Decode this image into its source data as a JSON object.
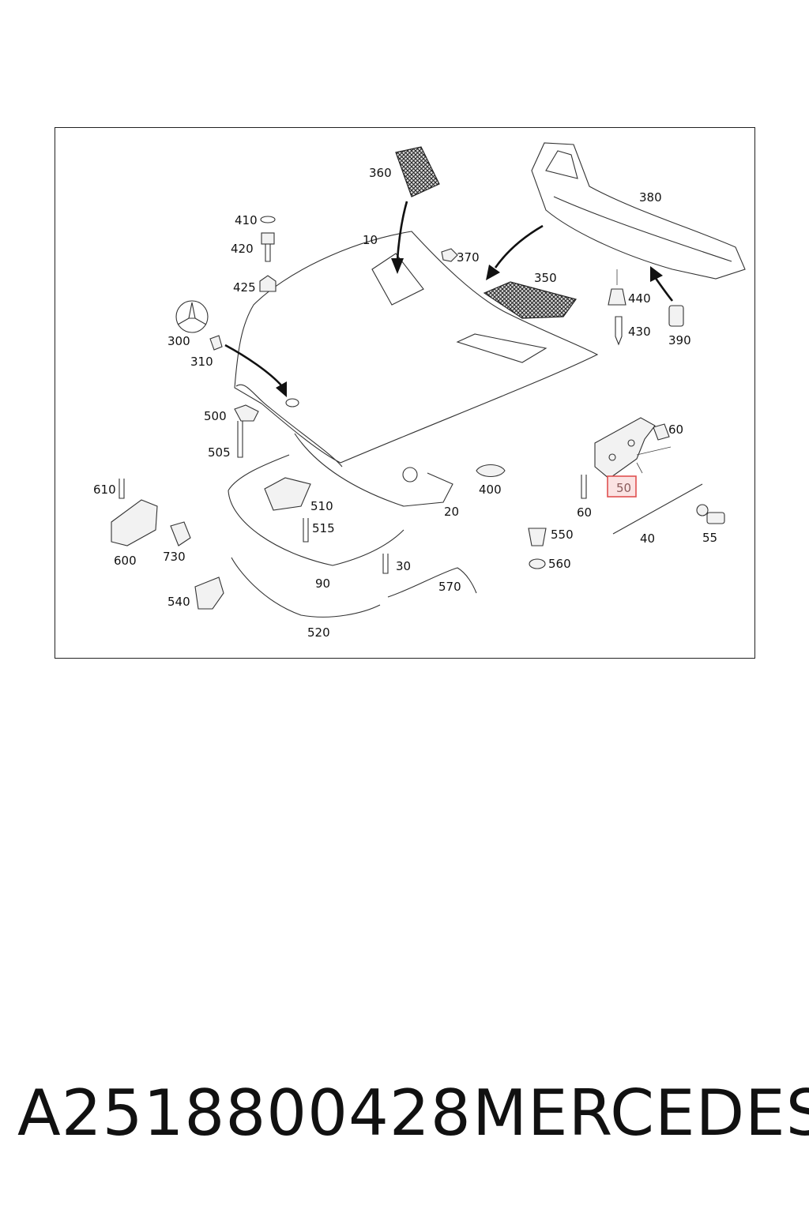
{
  "callouts": {
    "c10": "10",
    "c20": "20",
    "c30": "30",
    "c40": "40",
    "c50": "50",
    "c55": "55",
    "c60a": "60",
    "c60b": "60",
    "c90": "90",
    "c300": "300",
    "c310": "310",
    "c350": "350",
    "c360": "360",
    "c370": "370",
    "c380": "380",
    "c390": "390",
    "c400": "400",
    "c410": "410",
    "c420": "420",
    "c425": "425",
    "c430": "430",
    "c440": "440",
    "c500": "500",
    "c505": "505",
    "c510": "510",
    "c515": "515",
    "c520": "520",
    "c540": "540",
    "c550": "550",
    "c560": "560",
    "c570": "570",
    "c600": "600",
    "c610": "610",
    "c730": "730"
  },
  "highlight": {
    "callout": "50",
    "color": "#e05050",
    "fill": "#fbe3e3"
  },
  "footer": {
    "part_number": "A2518800428",
    "brand": "MERCEDES"
  }
}
